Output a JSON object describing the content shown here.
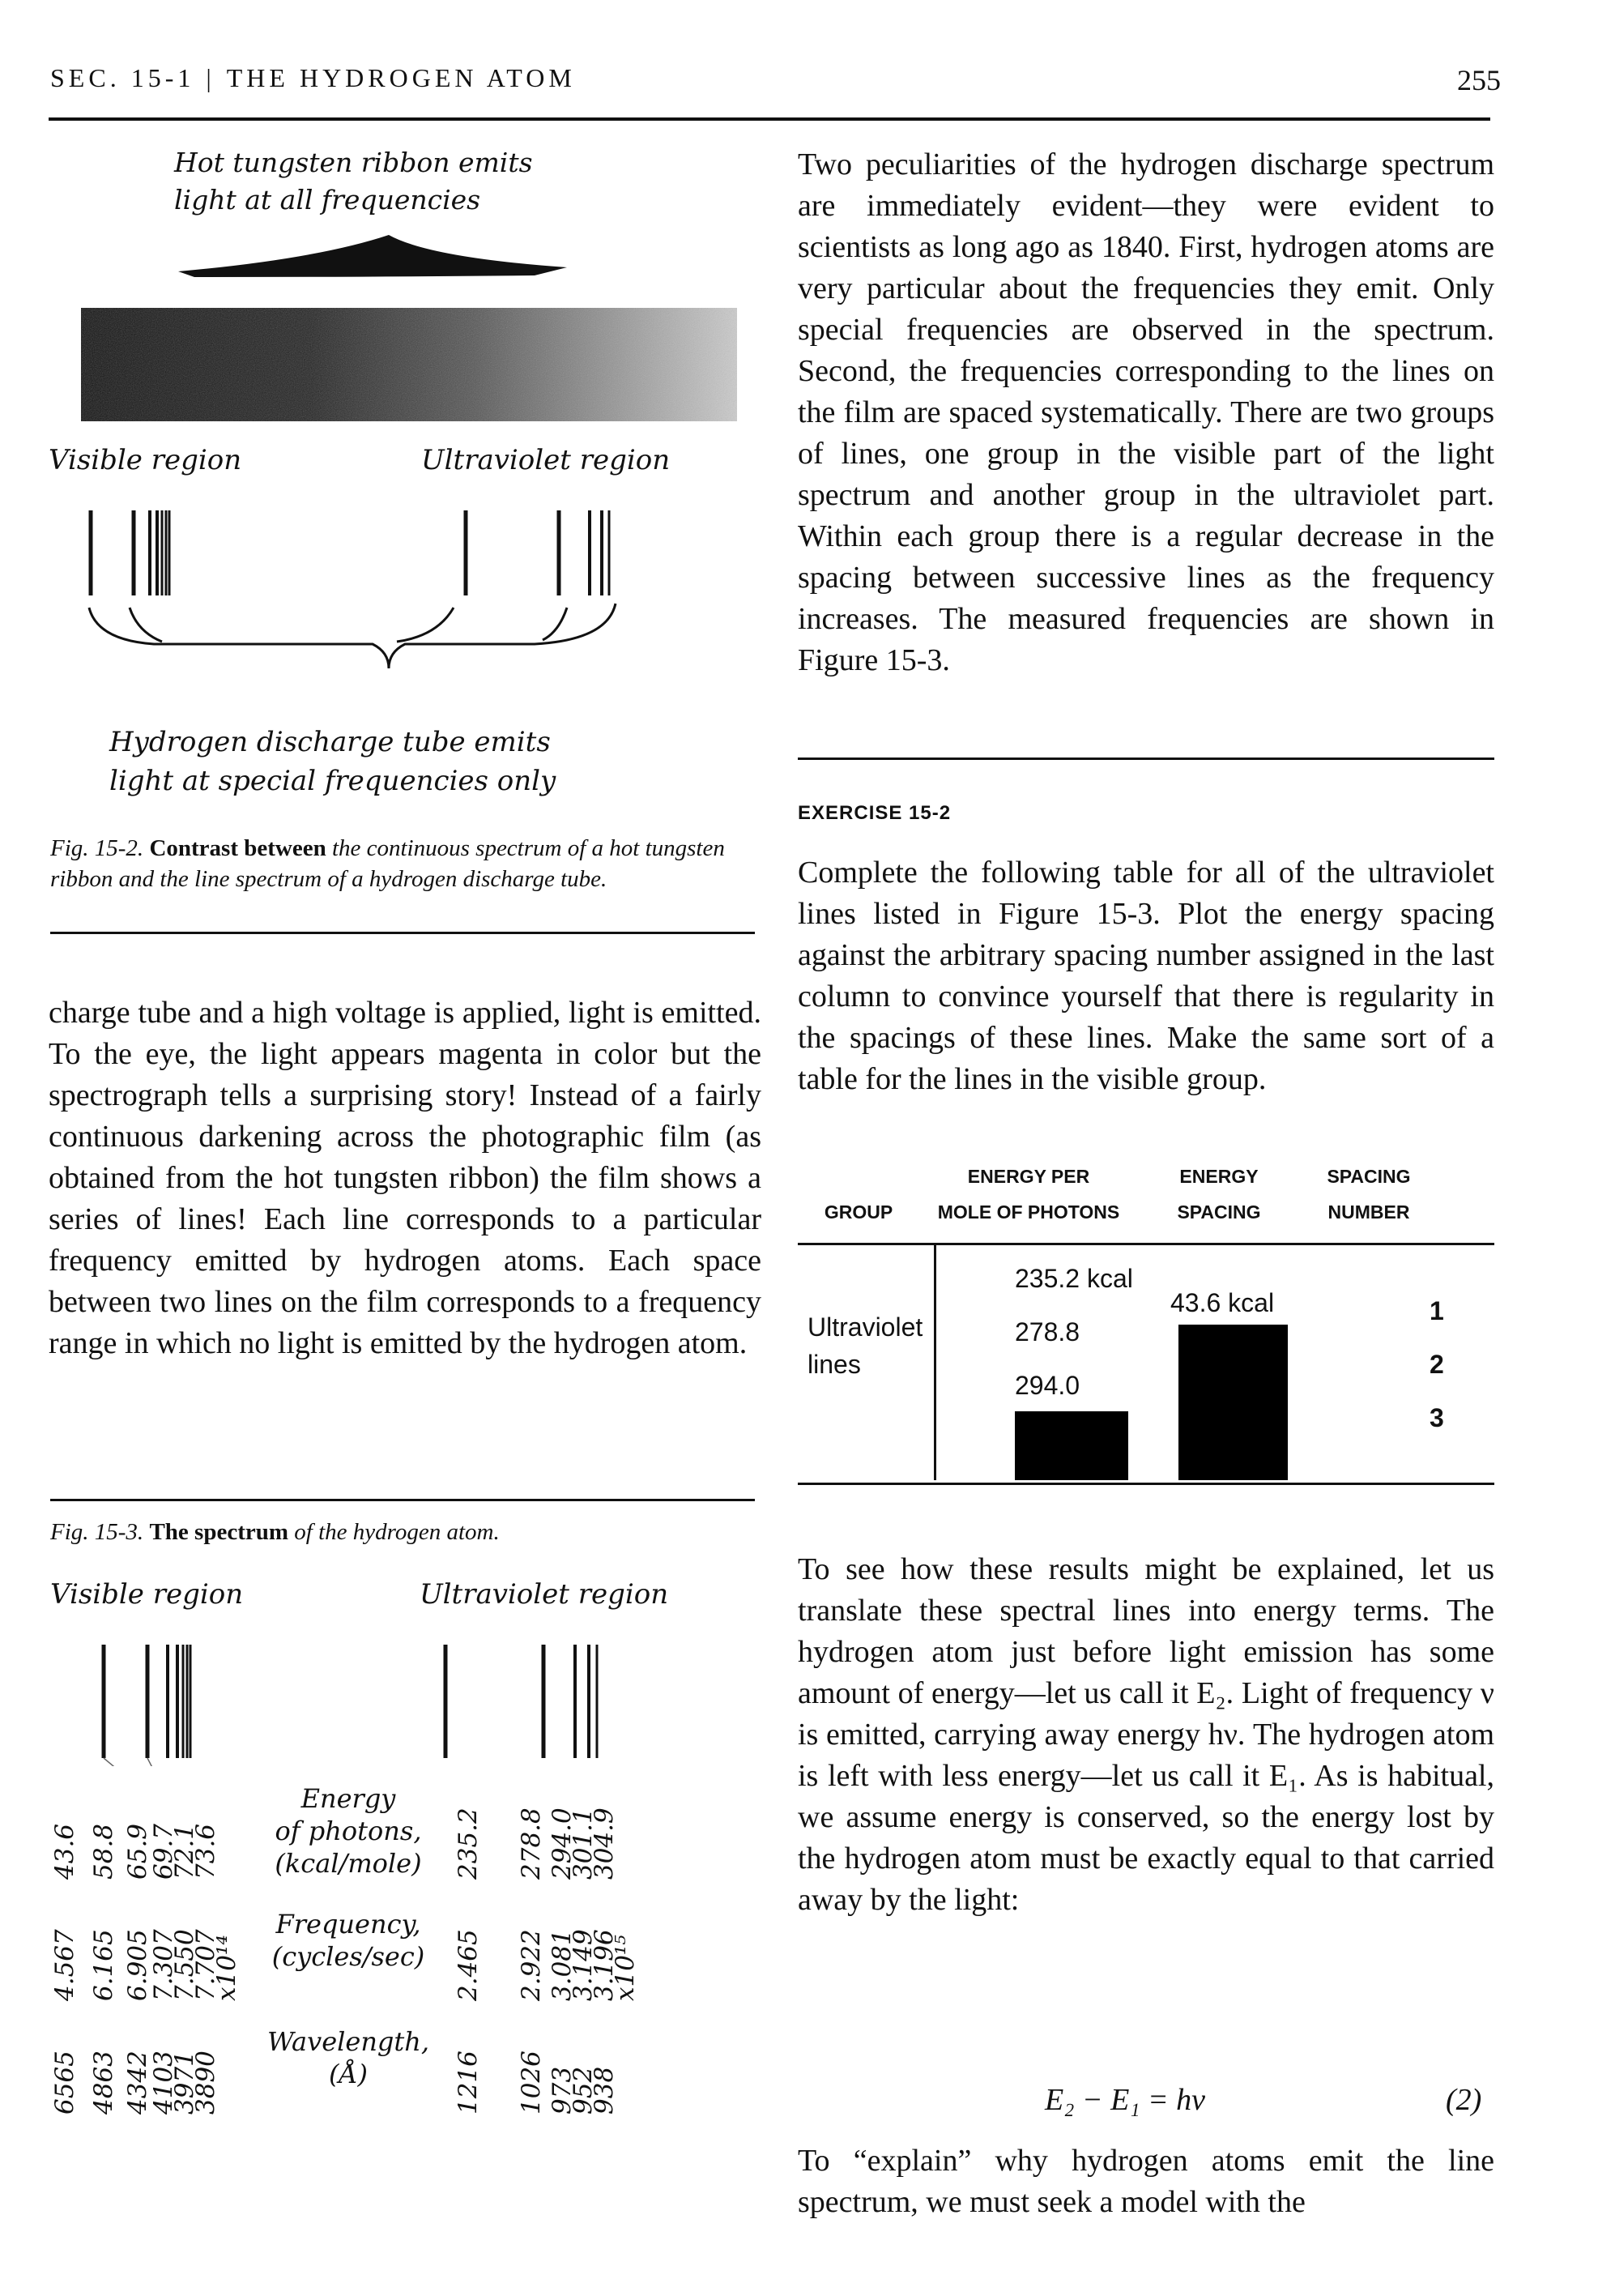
{
  "header": {
    "section": "SEC. 15-1",
    "separator": "|",
    "title": "THE HYDROGEN ATOM",
    "page_number": "255"
  },
  "figure_15_2": {
    "top_caption_line1": "Hot tungsten ribbon emits",
    "top_caption_line2": "light at all frequencies",
    "visible_region": "Visible region",
    "ultraviolet_region": "Ultraviolet region",
    "bottom_caption_line1": "Hydrogen discharge tube emits",
    "bottom_caption_line2": "light at special frequencies only",
    "label": "Fig. 15-2.",
    "caption_bold": "Contrast between",
    "caption_rest": "the continuous spectrum of a hot tungsten ribbon and the line spectrum of a hydrogen discharge tube."
  },
  "left_paragraph": "charge tube and a high voltage is applied, light is emitted. To the eye, the light appears magenta in color but the spectrograph tells a surprising story! Instead of a fairly continuous darkening across the photographic film (as obtained from the hot tungsten ribbon) the film shows a series of lines! Each line corresponds to a particular frequency emitted by hydrogen atoms. Each space between two lines on the film corresponds to a frequency range in which no light is emitted by the hydrogen atom.",
  "figure_15_3": {
    "label": "Fig. 15-3.",
    "caption_bold": "The spectrum",
    "caption_rest": "of the hydrogen atom.",
    "visible_region": "Visible region",
    "ultraviolet_region": "Ultraviolet region",
    "energy_label_1": "Energy",
    "energy_label_2": "of photons,",
    "energy_label_3": "(kcal/mole)",
    "frequency_label_1": "Frequency,",
    "frequency_label_2": "(cycles/sec)",
    "wavelength_label_1": "Wavelength,",
    "wavelength_label_2": "(Å)",
    "visible_energy": [
      "43.6",
      "58.8",
      "65.9",
      "69.7",
      "72.1",
      "73.6"
    ],
    "visible_frequency": [
      "4.567",
      "6.165",
      "6.905",
      "7.307",
      "7.550",
      "7.707",
      "x10¹⁴"
    ],
    "visible_wavelength": [
      "6565",
      "4863",
      "4342",
      "4103",
      "3971",
      "3890"
    ],
    "uv_energy": [
      "235.2",
      "278.8",
      "294.0",
      "301.1",
      "304.9"
    ],
    "uv_frequency": [
      "2.465",
      "2.922",
      "3.081",
      "3.149",
      "3.196",
      "x10¹⁵"
    ],
    "uv_wavelength": [
      "1216",
      "1026",
      "973",
      "952",
      "938"
    ]
  },
  "right_paragraph_1": "Two peculiarities of the hydrogen discharge spectrum are immediately evident—they were evident to scientists as long ago as 1840. First, hydrogen atoms are very particular about the frequencies they emit. Only special frequencies are observed in the spectrum. Second, the frequencies corresponding to the lines on the film are spaced systematically. There are two groups of lines, one group in the visible part of the light spectrum and another group in the ultraviolet part. Within each group there is a regular decrease in the spacing between successive lines as the frequency increases. The measured frequencies are shown in Figure 15-3.",
  "exercise": {
    "heading": "EXERCISE 15-2",
    "text": "Complete the following table for all of the ultraviolet lines listed in Figure 15-3. Plot the energy spacing against the arbitrary spacing number assigned in the last column to convince yourself that there is regularity in the spacings of these lines. Make the same sort of a table for the lines in the visible group.",
    "table": {
      "col_group": "GROUP",
      "col_energy_1": "ENERGY PER",
      "col_energy_2": "MOLE OF PHOTONS",
      "col_spacing_1": "ENERGY",
      "col_spacing_2": "SPACING",
      "col_number_1": "SPACING",
      "col_number_2": "NUMBER",
      "group_line1": "Ultraviolet",
      "group_line2": "lines",
      "energies": [
        "235.2 kcal",
        "278.8",
        "294.0"
      ],
      "spacing_first": "43.6 kcal",
      "numbers": [
        "1",
        "2",
        "3"
      ]
    }
  },
  "right_paragraph_2": "To see how these results might be explained, let us translate these spectral lines into energy terms. The hydrogen atom just before light emission has some amount of energy—let us call it E₂. Light of frequency ν is emitted, carrying away energy hν. The hydrogen atom is left with less energy—let us call it E₁. As is habitual, we assume energy is conserved, so the energy lost by the hydrogen atom must be exactly equal to that carried away by the light:",
  "equation": "E₂ − E₁ = hν",
  "equation_number": "(2)",
  "right_paragraph_3": "To “explain” why hydrogen atoms emit the line spectrum, we must seek a model with the"
}
